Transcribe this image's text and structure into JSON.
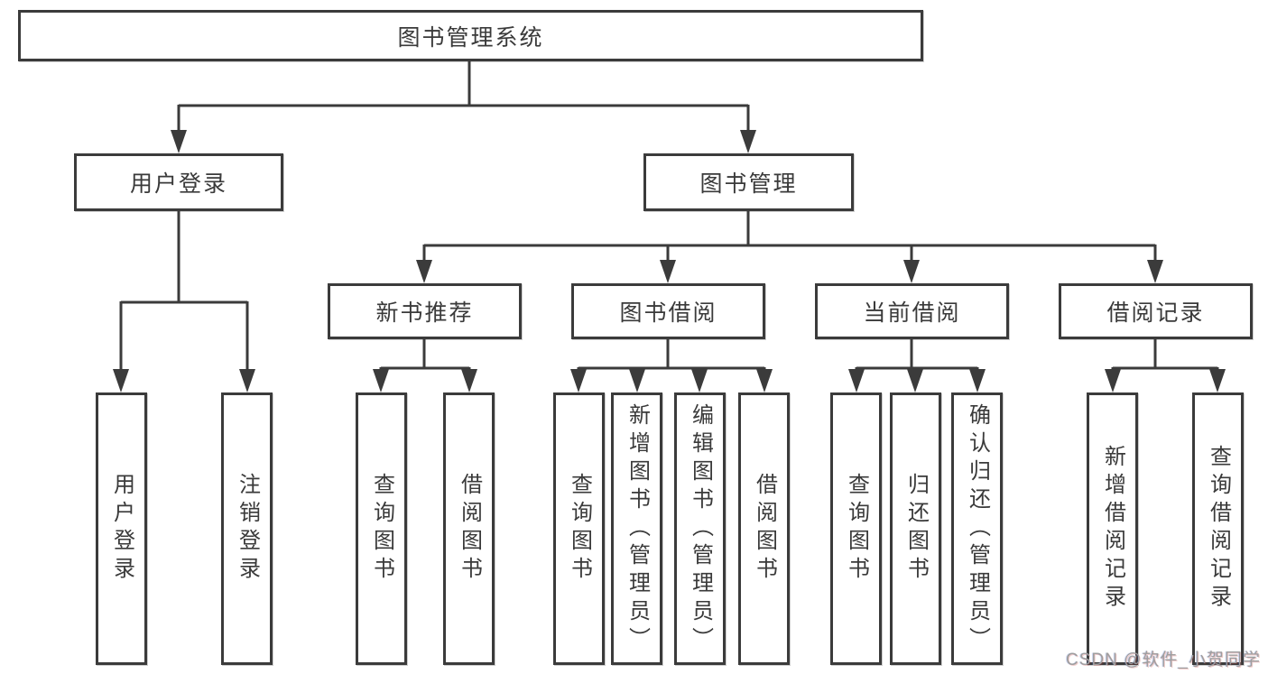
{
  "tree": {
    "root": {
      "label": "图书管理系统"
    },
    "branches": [
      {
        "label": "用户登录",
        "children": [
          {
            "label": "用户登录"
          },
          {
            "label": "注销登录"
          }
        ]
      },
      {
        "label": "图书管理",
        "children": [
          {
            "label": "新书推荐",
            "children": [
              {
                "label": "查询图书"
              },
              {
                "label": "借阅图书"
              }
            ]
          },
          {
            "label": "图书借阅",
            "children": [
              {
                "label": "查询图书"
              },
              {
                "label": "新增图书（管理员）"
              },
              {
                "label": "编辑图书（管理员）"
              },
              {
                "label": "借阅图书"
              }
            ]
          },
          {
            "label": "当前借阅",
            "children": [
              {
                "label": "查询图书"
              },
              {
                "label": "归还图书"
              },
              {
                "label": "确认归还（管理员）"
              }
            ]
          },
          {
            "label": "借阅记录",
            "children": [
              {
                "label": "新增借阅记录"
              },
              {
                "label": "查询借阅记录"
              }
            ]
          }
        ]
      }
    ]
  },
  "line_color": "#3b3b3b",
  "watermark": {
    "text": "CSDN @软件_小贺同学"
  }
}
